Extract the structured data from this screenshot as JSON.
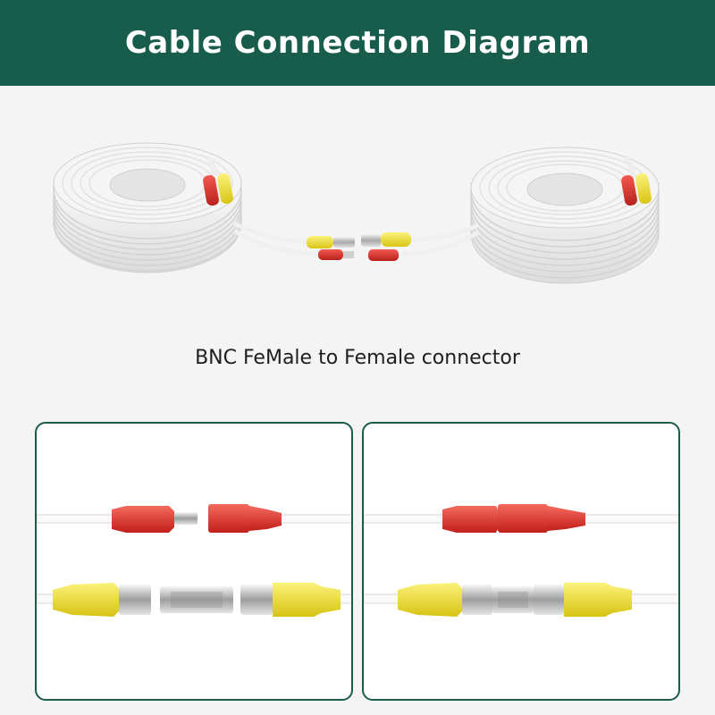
{
  "header": {
    "title": "Cable Connection Diagram",
    "background": "#185c4c"
  },
  "caption": "BNC FeMale to Female connector",
  "colors": {
    "cable": "#ffffff",
    "power_connector": "#e0302c",
    "video_connector": "#f2e22a",
    "bnc_metal": "#c8c8c8",
    "panel_border": "#185c4c"
  },
  "panels": [
    {
      "id": "before",
      "state": "disconnected"
    },
    {
      "id": "after",
      "state": "connected"
    }
  ]
}
